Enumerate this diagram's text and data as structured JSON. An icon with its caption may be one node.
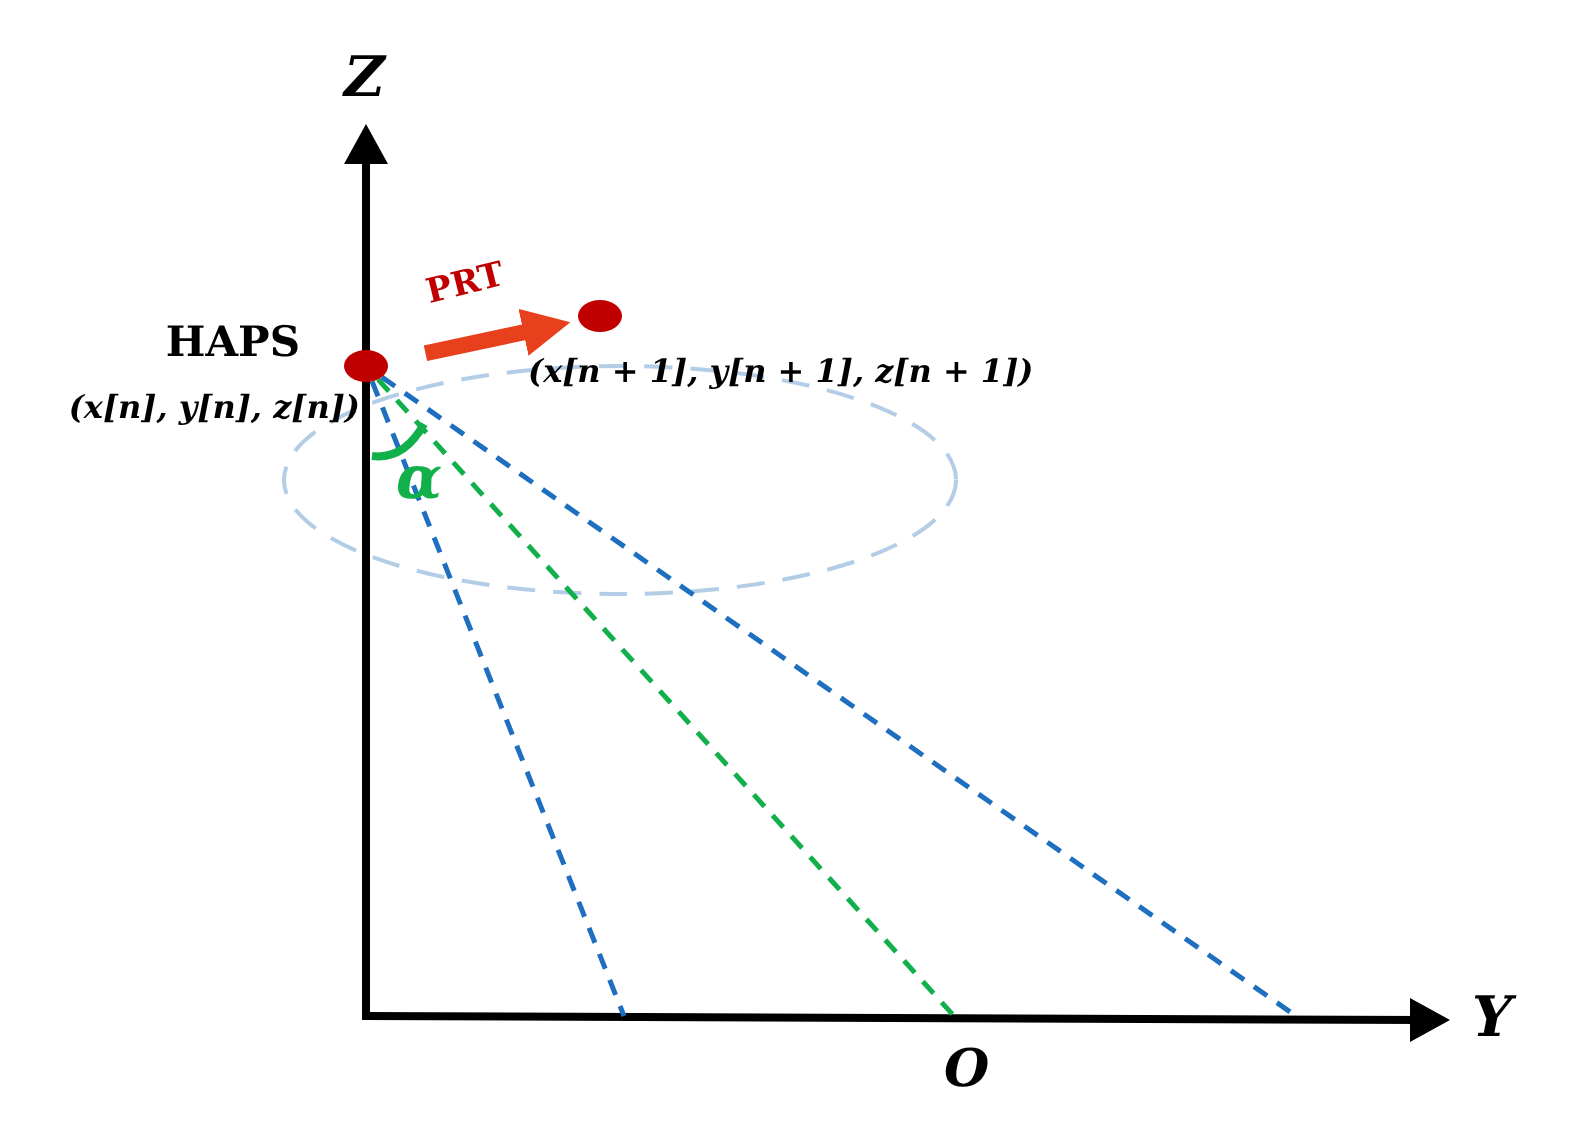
{
  "diagram": {
    "nodes": [
      {
        "text": [],
        "shape": "circle",
        "beside": [
          "HAPS",
          "(x[n], y[n], z[n])"
        ]
      },
      {
        "text": [],
        "shape": "circle",
        "beside": [
          "(x[n + 1], y[n + 1], z[n + 1])"
        ]
      }
    ],
    "edges": [
      {
        "from": 0,
        "to": 1,
        "arrow": "to",
        "label": "PRT",
        "style": "thick",
        "color": "#e8401c"
      },
      {
        "from": 0,
        "to": null,
        "arrow": "none",
        "style": "dashed"
      },
      {
        "from": 0,
        "to": null,
        "arrow": "none",
        "style": "dashed",
        "color": "#12b04a"
      },
      {
        "from": 0,
        "to": null,
        "arrow": "none",
        "style": "dashed"
      }
    ],
    "labels": [
      "Z",
      "Y",
      "O",
      "α"
    ]
  }
}
